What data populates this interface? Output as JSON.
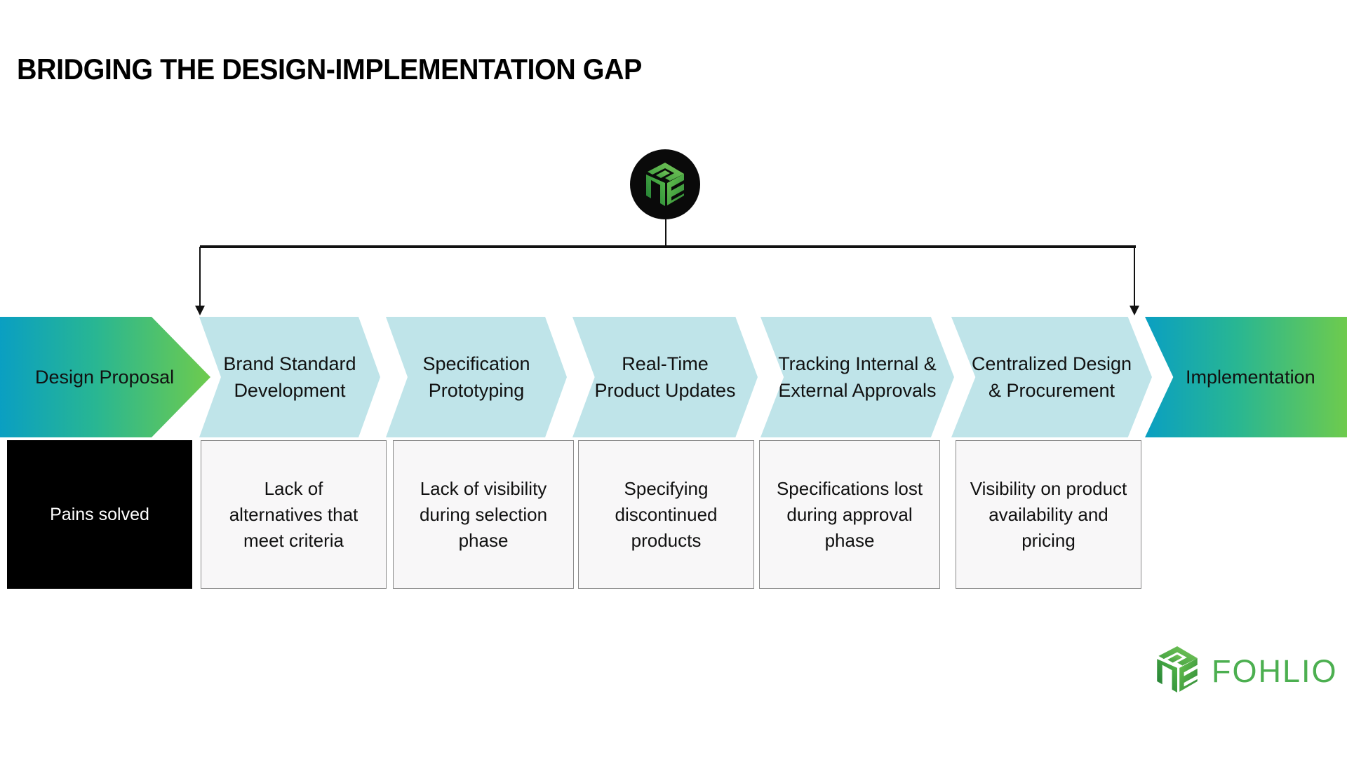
{
  "page": {
    "title": "BRIDGING THE DESIGN-IMPLEMENTATION GAP",
    "background_color": "#ffffff"
  },
  "hub": {
    "icon_name": "fohlio-cube-logo-icon",
    "circle_color": "#0a0a0a",
    "cube_colors": [
      "#2e7d32",
      "#4caf50",
      "#66bb6a",
      "#81c784"
    ]
  },
  "connector": {
    "line_color": "#111111",
    "arrow_left_label": "arrow-down-left",
    "arrow_right_label": "arrow-down-right"
  },
  "process": {
    "start_cap": {
      "label": "Design Proposal",
      "gradient_from": "#0a9fc2",
      "gradient_to": "#6ecb4d"
    },
    "end_cap": {
      "label": "Implementation",
      "gradient_from": "#0a9fc2",
      "gradient_to": "#6ecb4d"
    },
    "steps": [
      {
        "label": "Brand Standard\nDevelopment"
      },
      {
        "label": "Specification\nPrototyping"
      },
      {
        "label": "Real-Time\nProduct Updates"
      },
      {
        "label": "Tracking Internal &\nExternal Approvals"
      },
      {
        "label": "Centralized Design\n& Procurement"
      }
    ],
    "step_color": "#bfe4e9"
  },
  "pains": {
    "header_label": "Pains solved",
    "header_bg": "#000000",
    "header_text_color": "#ffffff",
    "card_bg": "#f8f7f8",
    "card_border": "#8a8a8a",
    "cards": [
      {
        "text": "Lack of\nalternatives that\nmeet criteria"
      },
      {
        "text": "Lack of visibility\nduring selection\nphase"
      },
      {
        "text": "Specifying\ndiscontinued\nproducts"
      },
      {
        "text": "Specifications lost\nduring approval\nphase"
      },
      {
        "text": "Visibility on product\navailability and\npricing"
      }
    ]
  },
  "brand": {
    "wordmark": "FOHLIO",
    "icon_name": "fohlio-cube-logo-icon",
    "color": "#4caf50"
  }
}
